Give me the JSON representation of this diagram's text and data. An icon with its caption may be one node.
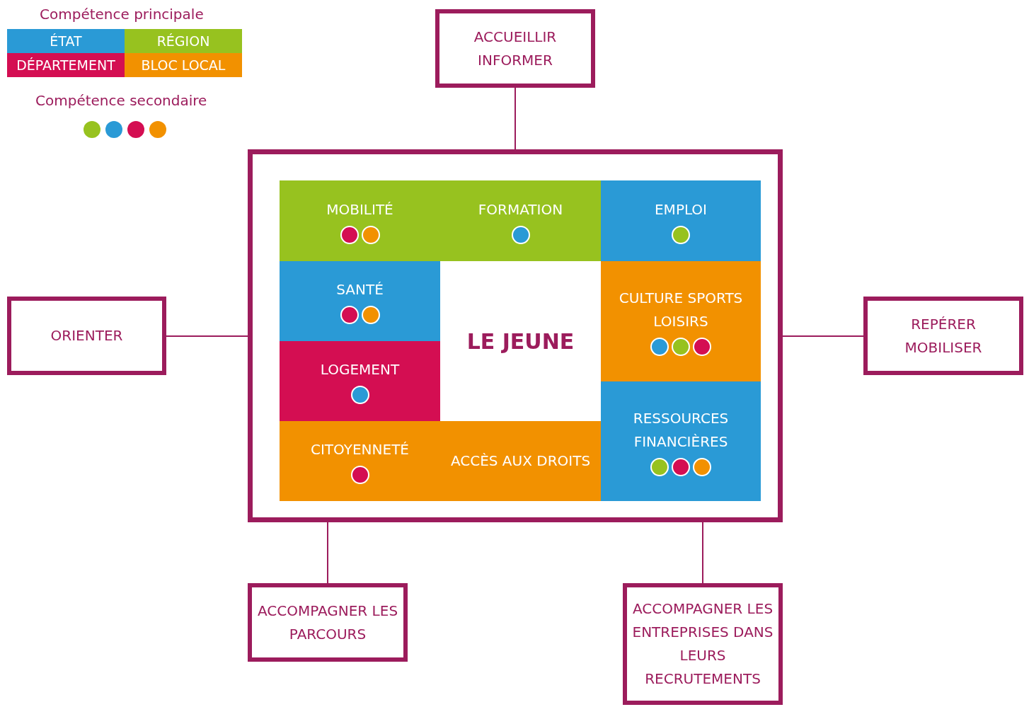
{
  "diagram": {
    "nodes": [
      {
        "text": [
          "ACCUEILLIR INFORMER"
        ]
      },
      {
        "text": [],
        "shape": "box"
      },
      {
        "text": [
          "MOBILITÉ"
        ],
        "in": 1
      },
      {
        "text": [
          "FORMATION"
        ],
        "in": 1
      },
      {
        "text": [
          "EMPLOI"
        ],
        "in": 1
      },
      {
        "text": [
          "SANTÉ"
        ],
        "in": 1
      },
      {
        "text": [
          "LE JEUNE"
        ],
        "in": 1
      },
      {
        "text": [
          "CULTURE SPORTS LOISIRS"
        ],
        "in": 1
      },
      {
        "text": [
          "LOGEMENT"
        ],
        "in": 1
      },
      {
        "text": [
          "RESSOURCES FINANCIÈRES"
        ],
        "in": 1
      },
      {
        "text": [
          "CITOYENNETÉ"
        ],
        "in": 1
      },
      {
        "text": [
          "ACCÈS AUX DROITS"
        ],
        "in": 1
      },
      {
        "text": [
          "ORIENTER"
        ]
      },
      {
        "text": [
          "REPÉRER MOBILISER"
        ]
      },
      {
        "text": [
          "ACCOMPAGNER LES PARCOURS"
        ]
      },
      {
        "text": [
          "ACCOMPAGNER LES ENTREPRISES DANS LEURS RECRUTEMENTS"
        ]
      },
      {
        "text": [],
        "shape": "circle",
        "in": 2
      },
      {
        "text": [],
        "shape": "circle",
        "in": 2
      },
      {
        "text": [],
        "shape": "circle",
        "in": 3
      },
      {
        "text": [],
        "shape": "circle",
        "in": 4
      },
      {
        "text": [],
        "shape": "circle",
        "in": 5
      },
      {
        "text": [],
        "shape": "circle",
        "in": 5
      },
      {
        "text": [],
        "shape": "circle",
        "in": 7
      },
      {
        "text": [],
        "shape": "circle",
        "in": 7
      },
      {
        "text": [],
        "shape": "circle",
        "in": 7
      },
      {
        "text": [],
        "shape": "circle",
        "in": 8
      },
      {
        "text": [],
        "shape": "circle",
        "in": 10
      },
      {
        "text": [],
        "shape": "circle",
        "in": 9
      },
      {
        "text": [],
        "shape": "circle",
        "in": 9
      },
      {
        "text": [],
        "shape": "circle",
        "in": 9
      }
    ],
    "edges": [
      {
        "from": 0,
        "to": 1,
        "arrow": "none"
      },
      {
        "from": 12,
        "to": 1,
        "arrow": "none"
      },
      {
        "from": 1,
        "to": 13,
        "arrow": "none"
      },
      {
        "from": 1,
        "to": 14,
        "arrow": "none"
      },
      {
        "from": 1,
        "to": 15,
        "arrow": "none"
      }
    ],
    "labels": [
      "Compétence principale",
      "Compétence secondaire"
    ],
    "legend": [
      {
        "text": "ÉTAT",
        "color": "#2a9ad6"
      },
      {
        "text": "RÉGION",
        "color": "#97c21f"
      },
      {
        "text": "DÉPARTEMENT",
        "color": "#d40e52"
      },
      {
        "text": "BLOC LOCAL",
        "color": "#f29100"
      }
    ]
  }
}
